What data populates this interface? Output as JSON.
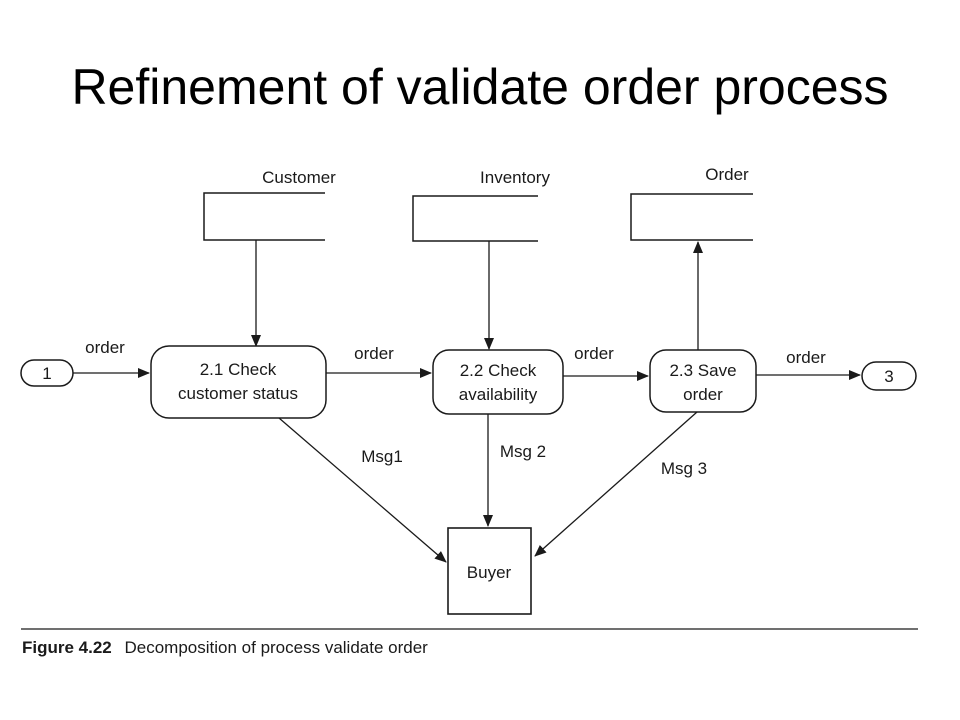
{
  "slide": {
    "title": "Refinement of validate order process"
  },
  "diagram": {
    "stores": {
      "customer": "Customer",
      "inventory": "Inventory",
      "order": "Order"
    },
    "processes": {
      "p1": {
        "line1": "2.1 Check",
        "line2": "customer status"
      },
      "p2": {
        "line1": "2.2 Check",
        "line2": "availability"
      },
      "p3": {
        "line1": "2.3 Save",
        "line2": "order"
      }
    },
    "connectors": {
      "in": "1",
      "out": "3"
    },
    "flows": {
      "in_order": "order",
      "p1_p2": "order",
      "p2_p3": "order",
      "p3_out": "order",
      "msg1": "Msg1",
      "msg2": "Msg 2",
      "msg3": "Msg 3"
    },
    "entity": "Buyer"
  },
  "caption": {
    "figure": "Figure 4.22",
    "text": "Decomposition of process validate order"
  }
}
